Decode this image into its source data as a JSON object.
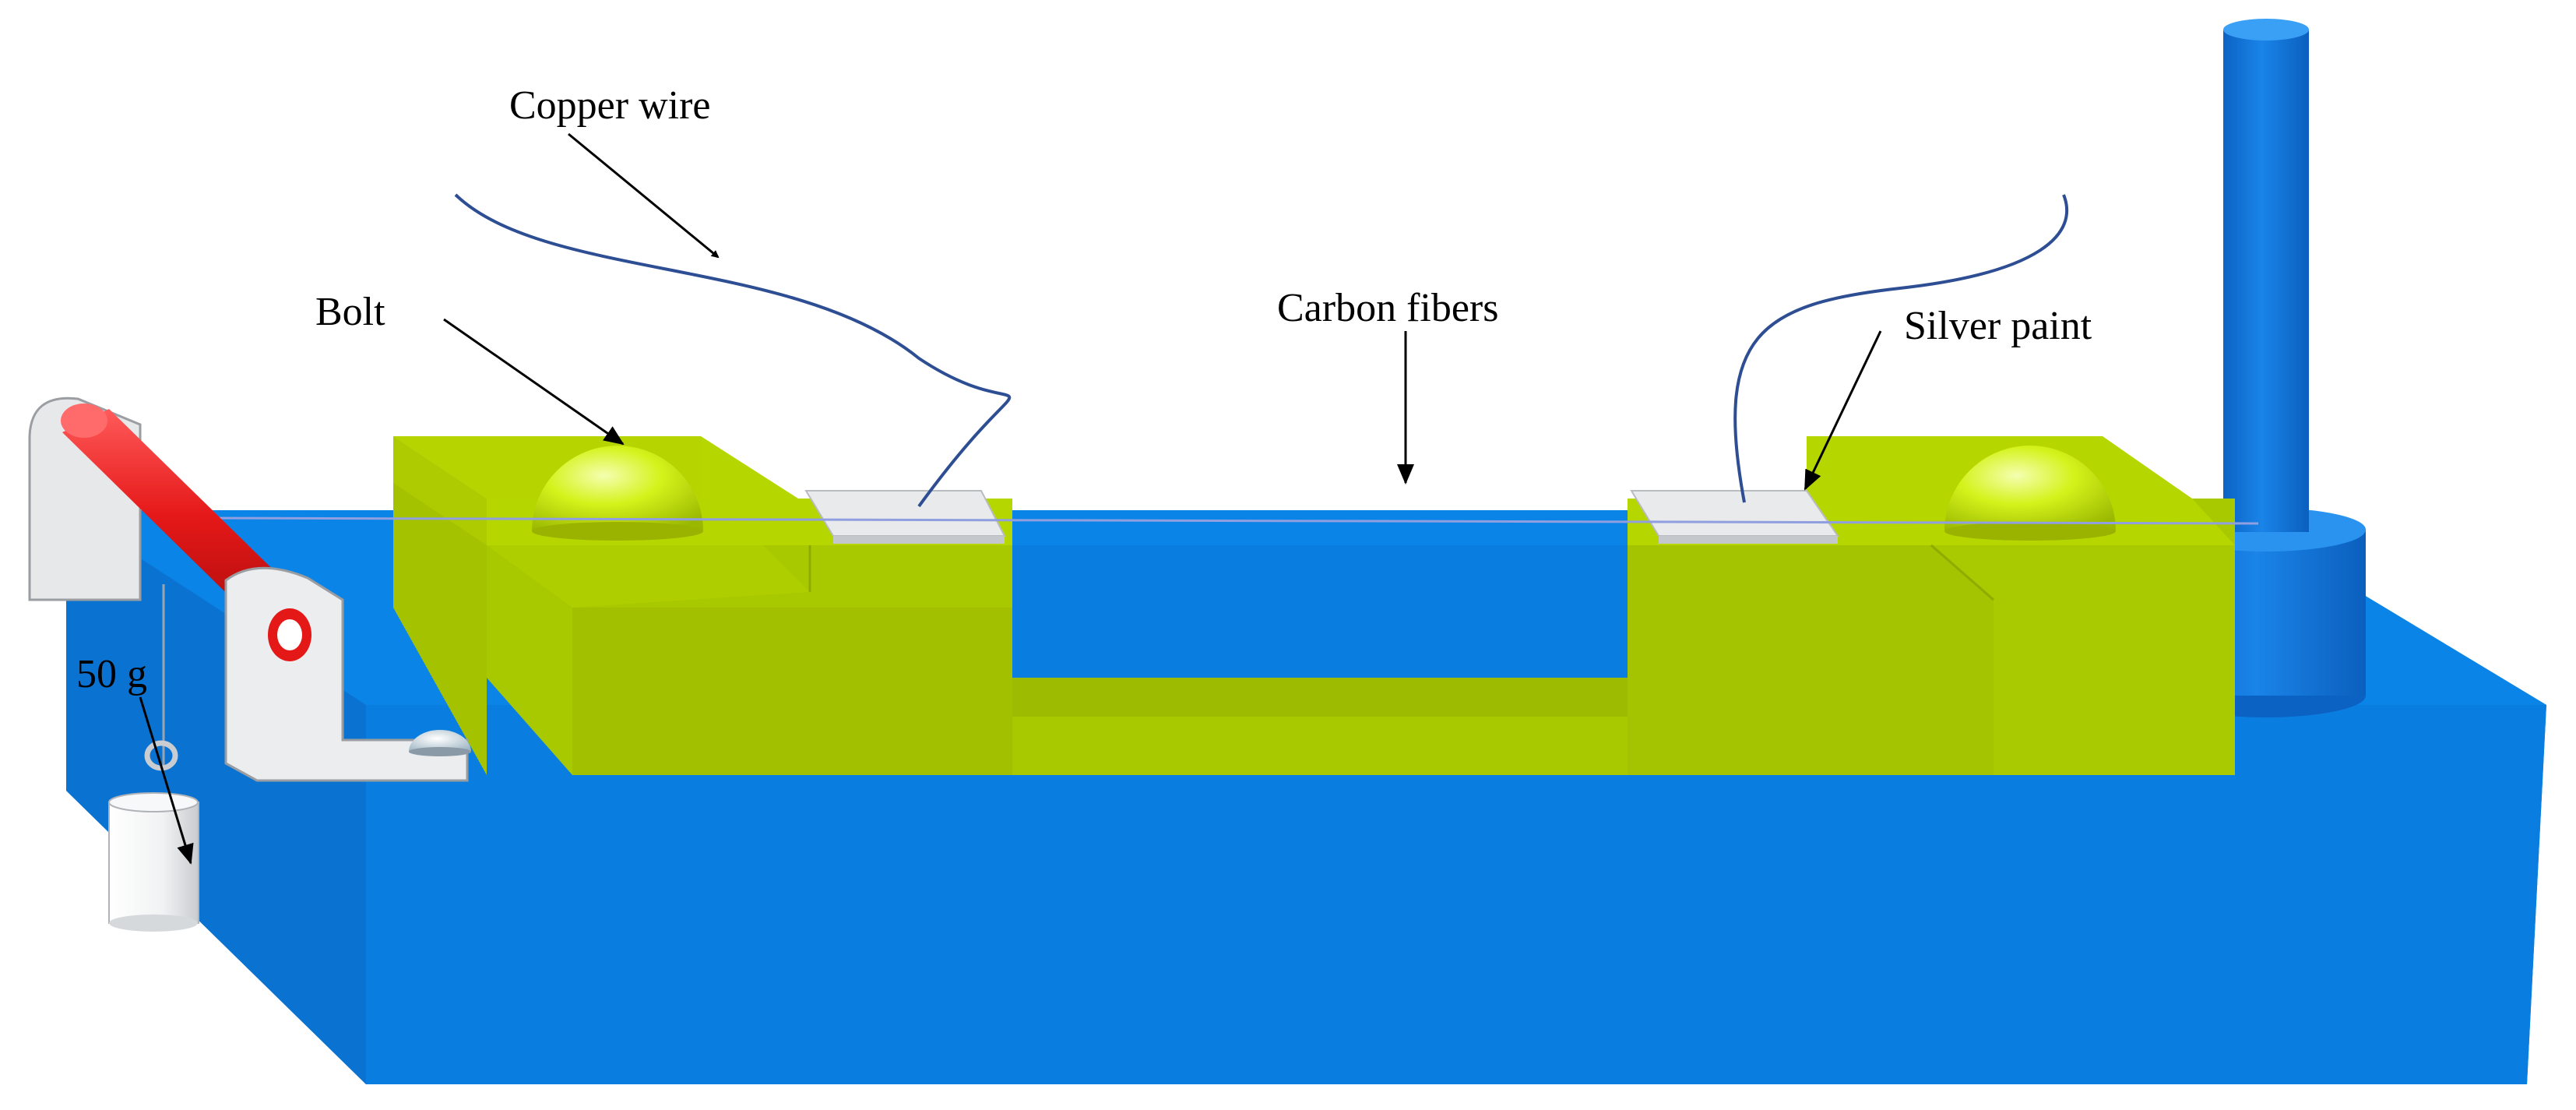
{
  "labels": {
    "copper_wire": "Copper wire",
    "bolt": "Bolt",
    "carbon_fibers": "Carbon fibers",
    "silver_paint": "Silver paint",
    "weight": "50 g"
  },
  "colors": {
    "base": "#0a7ee0",
    "fixture": "#a8c800",
    "bolt": "#d4f21a",
    "pulley_rod": "#e51818",
    "bracket": "#e4e6e8",
    "wire": "#2e4e94",
    "fiber": "#8f9fe0",
    "post": "#1379dd"
  },
  "icons": {
    "bolt": "hemisphere-bolt-icon",
    "pulley": "pulley-bracket-icon",
    "weight": "hanging-weight-icon"
  }
}
